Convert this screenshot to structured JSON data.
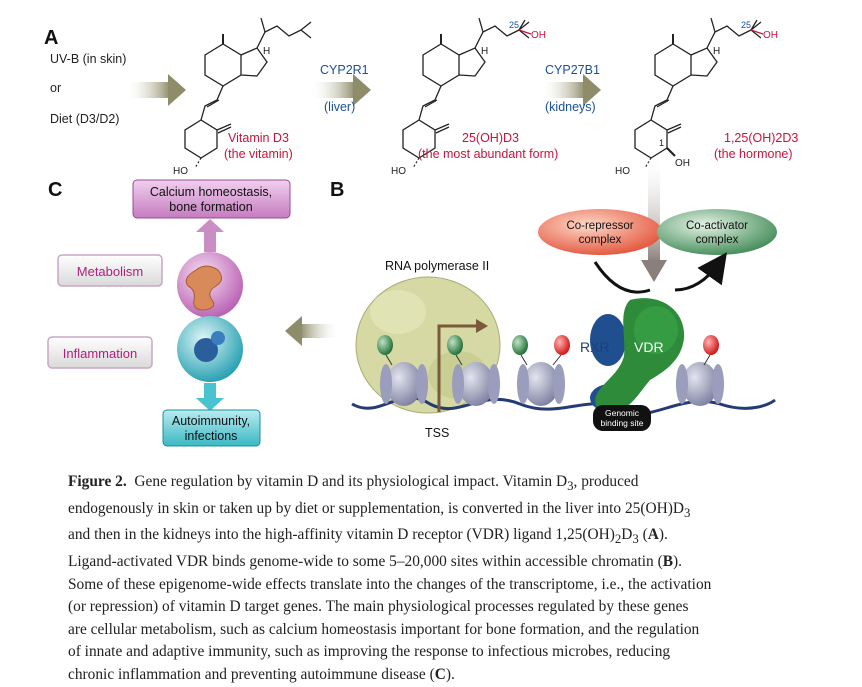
{
  "panels": {
    "a": {
      "letter": "A",
      "sources": [
        "UV-B (in skin)",
        "or",
        "Diet (D3/D2)"
      ],
      "enzymes": [
        {
          "name": "CYP2R1",
          "organ": "(liver)"
        },
        {
          "name": "CYP27B1",
          "organ": "(kidneys)"
        }
      ],
      "molecules": [
        {
          "name": "Vitamin D3",
          "desc": "(the vitamin)"
        },
        {
          "name": "25(OH)D3",
          "desc": "(the most abundant form)"
        },
        {
          "name": "1,25(OH)2D3",
          "desc": "(the hormone)"
        }
      ],
      "atoms": {
        "h": "H",
        "ho": "HO",
        "oh": "OH",
        "c25": "25",
        "c1": "1"
      }
    },
    "b": {
      "letter": "B",
      "rna_pol": "RNA polymerase II",
      "corepressor": [
        "Co-repressor",
        "complex"
      ],
      "coactivator": [
        "Co-activator",
        "complex"
      ],
      "rxr": "RXR",
      "vdr": "VDR",
      "binding_site": [
        "Genomic",
        "binding site"
      ],
      "tss": "TSS"
    },
    "c": {
      "letter": "C",
      "calcium": [
        "Calcium homeostasis,",
        "bone formation"
      ],
      "metabolism": "Metabolism",
      "inflammation": "Inflammation",
      "autoimmunity": [
        "Autoimmunity,",
        "infections"
      ]
    }
  },
  "colors": {
    "red_label": "#d0103a",
    "blue_label": "#1b4f9c",
    "vdr_green": "#2e8b3a",
    "rxr_blue": "#1f4f8f",
    "chromatin": "#253b73",
    "pink_box": "#c67bc0",
    "teal_box": "#3bb8c3"
  },
  "caption": {
    "figure_label": "Figure 2.",
    "lines": [
      "Gene regulation by vitamin D and its physiological impact.  Vitamin D",
      ", produced",
      "endogenously in skin or taken up by diet or supplementation, is converted in the liver into 25(OH)D",
      "and then in the kidneys into the high-affinity vitamin D receptor (VDR) ligand 1,25(OH)",
      "D",
      " (",
      ").",
      "Ligand-activated VDR binds genome-wide to some 5–20,000 sites within accessible chromatin (",
      ").",
      "Some of these epigenome-wide effects translate into the changes of the transcriptome, i.e., the activation",
      "(or repression) of vitamin D target genes. The main physiological processes regulated by these genes",
      "are cellular metabolism, such as calcium homeostasis important for bone formation, and the regulation",
      "of innate and adaptive immunity, such as improving the response to infectious microbes, reducing",
      "chronic inflammation and preventing autoimmune disease (",
      ")."
    ],
    "sub3": "3",
    "sub2": "2",
    "ref_a": "A",
    "ref_b": "B",
    "ref_c": "C"
  }
}
